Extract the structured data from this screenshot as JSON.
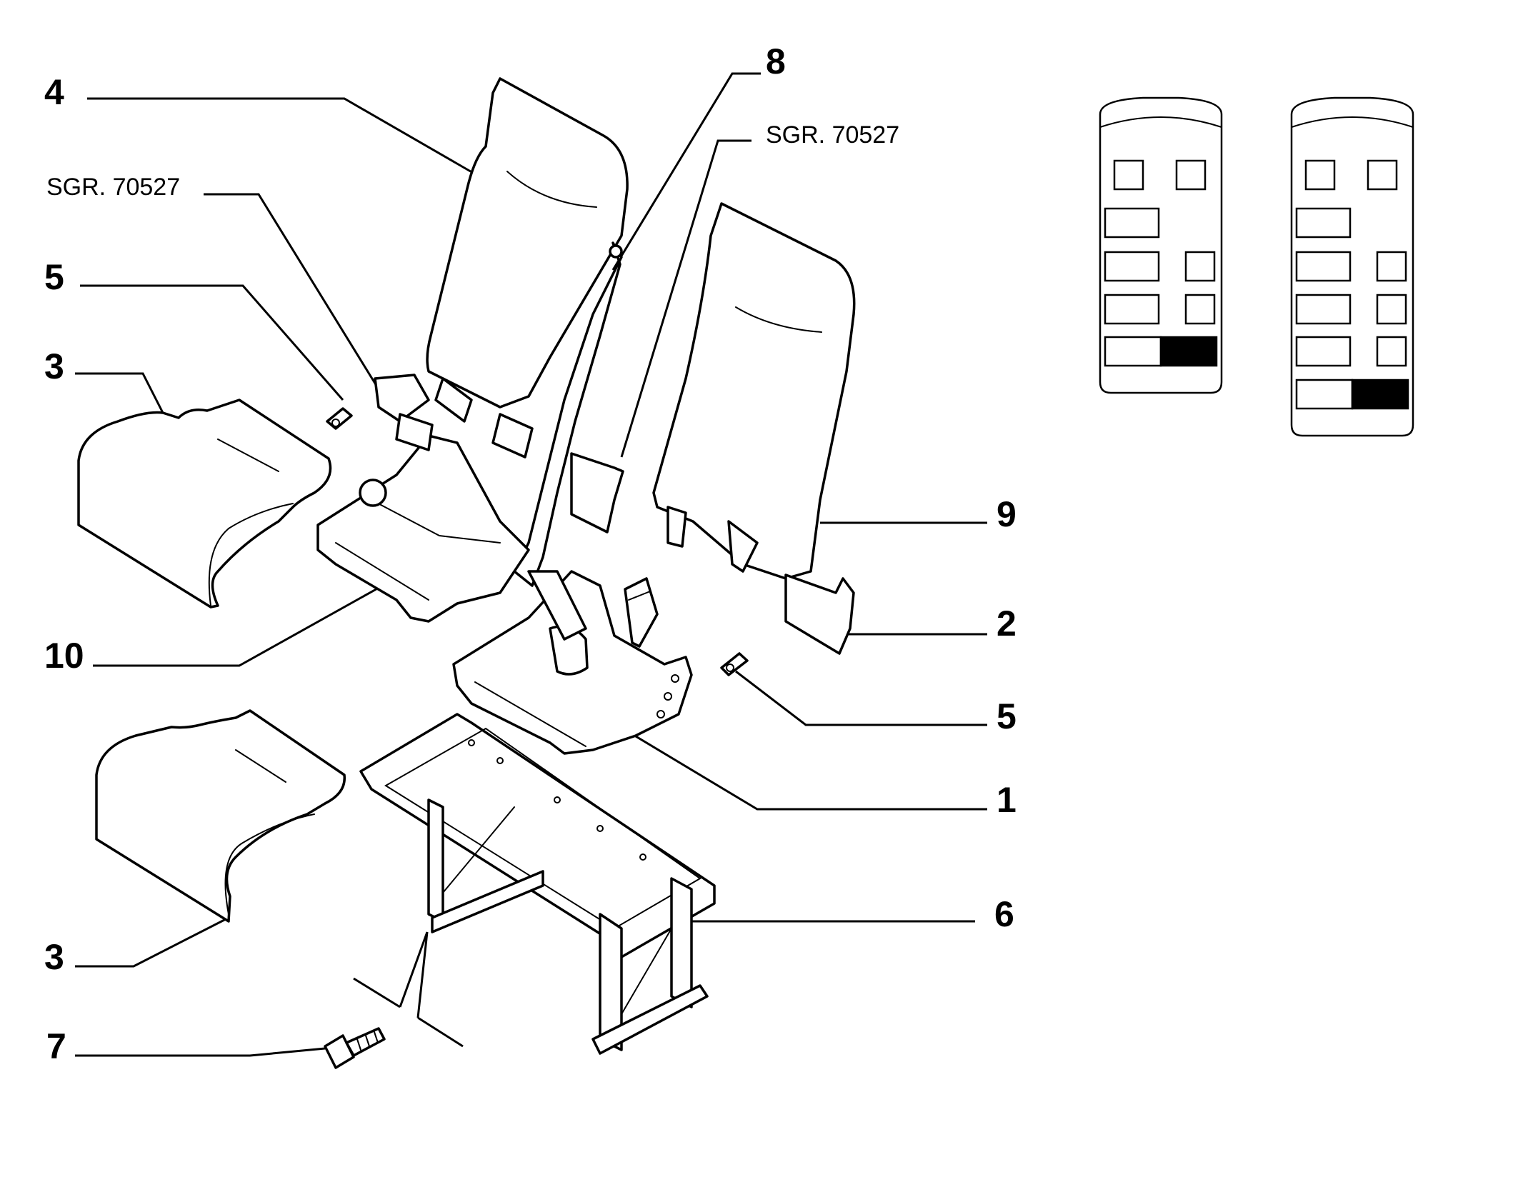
{
  "callouts": {
    "c4": "4",
    "c8": "8",
    "c5a": "5",
    "c3a": "3",
    "c10": "10",
    "c9": "9",
    "c2": "2",
    "c5b": "5",
    "c1": "1",
    "c6": "6",
    "c3b": "3",
    "c7": "7"
  },
  "refs": {
    "left": "SGR. 70527",
    "right": "SGR. 70527"
  },
  "layout_icons": [
    {
      "name": "seat-layout-a",
      "highlight_row": 4,
      "highlight_col": "right"
    },
    {
      "name": "seat-layout-b",
      "highlight_row": 5,
      "highlight_col": "right"
    }
  ]
}
